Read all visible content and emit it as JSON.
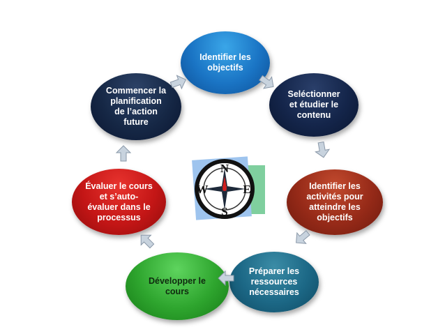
{
  "diagram": {
    "steps": [
      {
        "id": "n1",
        "label": "Identifier les\nobjectifs"
      },
      {
        "id": "n2",
        "label": "Seléctionner\net étudier le\ncontenu"
      },
      {
        "id": "n3",
        "label": "Identifier les\nactivités pour\natteindre les\nobjectifs"
      },
      {
        "id": "n4",
        "label": "Préparer les\nressources\nnécessaires"
      },
      {
        "id": "n5",
        "label": "Développer le\ncours"
      },
      {
        "id": "n6",
        "label": "Évaluer le cours\net s’auto-\névaluer dans le\nprocessus"
      },
      {
        "id": "n7",
        "label": "Commencer la\nplanification\nde l’action\nfuture"
      }
    ],
    "colors": {
      "step1": "#1a74c4",
      "step2": "#14254a",
      "step3": "#962a18",
      "step4": "#1c6886",
      "step5": "#2ea52e",
      "step6": "#c41616",
      "step7": "#162846",
      "arrow": "#c8d3de"
    },
    "center_icon": "compass-icon",
    "compass_letters": {
      "north": "N",
      "south": "S",
      "east": "E",
      "west": "W"
    },
    "flow": "clockwise"
  }
}
